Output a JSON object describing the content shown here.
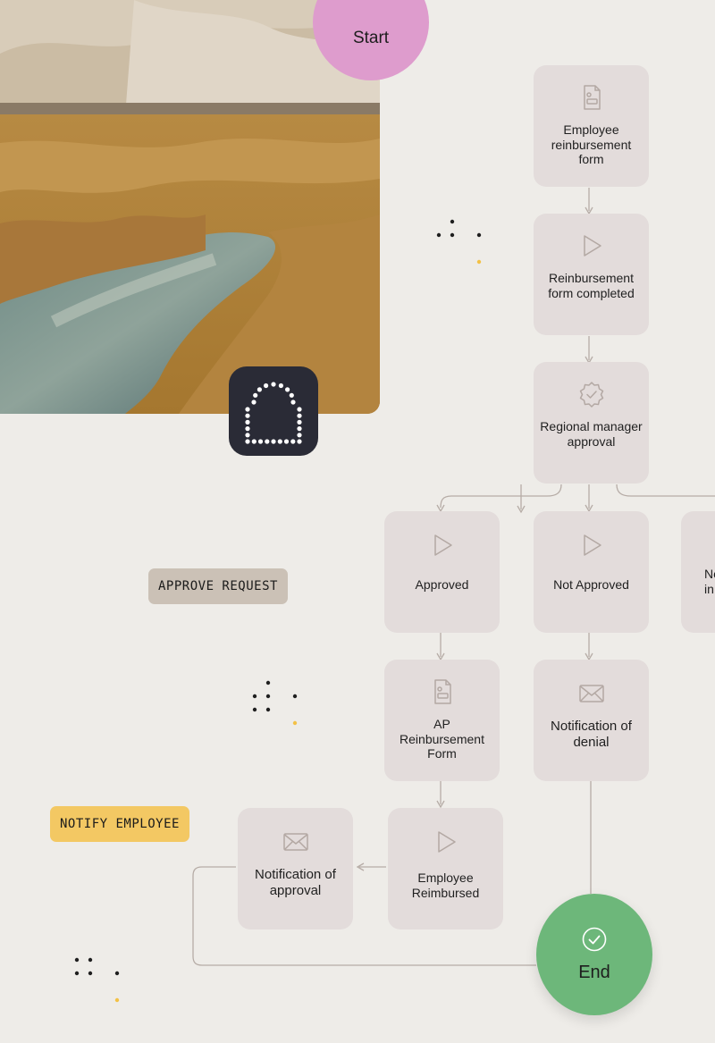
{
  "flow": {
    "start_label": "Start",
    "end_label": "End",
    "nodes": {
      "employee_form": "Employee reinbursement form",
      "form_completed": "Reinbursement form completed",
      "regional_approval": "Regional manager approval",
      "approved": "Approved",
      "not_approved": "Not Approved",
      "partial": "Ne in",
      "ap_form": "AP Reinbursement Form",
      "notification_denial": "Notification of denial",
      "employee_reimbursed": "Employee Reimbursed",
      "notification_approval": "Notification of approval"
    }
  },
  "tags": {
    "approve_request": "APPROVE REQUEST",
    "notify_employee": "NOTIFY EMPLOYEE"
  },
  "colors": {
    "background": "#eeece8",
    "card": "#e3dcdb",
    "start": "#de9ccd",
    "end": "#6db77a",
    "app_icon": "#2a2b36",
    "tag_approve": "#cbc1b6",
    "tag_notify": "#f3c863",
    "connector": "#b6aca6",
    "icon_stroke": "#b3a8a3",
    "accent_dot": "#f3c146"
  },
  "icons": {
    "form": "document-form-icon",
    "play": "play-triangle-icon",
    "badge": "verified-badge-icon",
    "mail": "envelope-icon",
    "check": "check-circle-icon"
  }
}
